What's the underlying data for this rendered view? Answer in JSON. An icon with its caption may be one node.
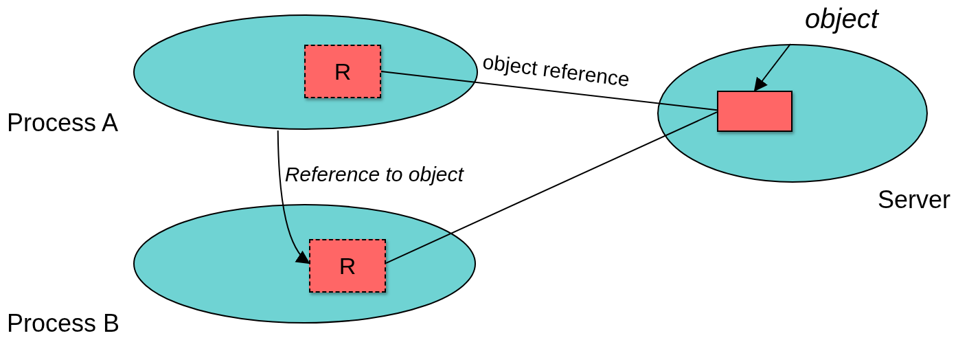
{
  "diagram": {
    "nodes": [
      {
        "text": [
          "Process A"
        ]
      },
      {
        "text": [
          "R"
        ],
        "in": 0
      },
      {
        "text": [
          "Process B"
        ]
      },
      {
        "text": [
          "R"
        ],
        "in": 2
      },
      {
        "text": [
          "Server"
        ]
      },
      {
        "text": [
          "object"
        ]
      },
      {
        "text": [],
        "shape": "box",
        "in": 4
      }
    ],
    "edges": [
      {
        "from": 1,
        "to": 6,
        "arrow": "none",
        "label": "object reference"
      },
      {
        "from": 0,
        "to": 3,
        "arrow": "to",
        "label": "Reference to object"
      },
      {
        "from": 3,
        "to": 6,
        "arrow": "none"
      },
      {
        "from": 5,
        "to": 6,
        "arrow": "to"
      }
    ]
  }
}
